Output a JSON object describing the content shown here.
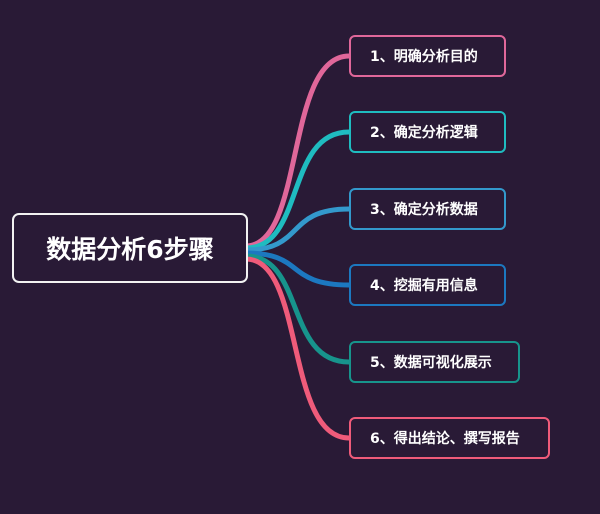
{
  "root": {
    "label": "数据分析6步骤"
  },
  "steps": [
    {
      "label": "1、明确分析目的",
      "color": "#e0679a"
    },
    {
      "label": "2、确定分析逻辑",
      "color": "#1fbcc0"
    },
    {
      "label": "3、确定分析数据",
      "color": "#3399cc"
    },
    {
      "label": "4、挖掘有用信息",
      "color": "#1c78c0"
    },
    {
      "label": "5、数据可视化展示",
      "color": "#17948c"
    },
    {
      "label": "6、得出结论、撰写报告",
      "color": "#ef5b7a"
    }
  ]
}
